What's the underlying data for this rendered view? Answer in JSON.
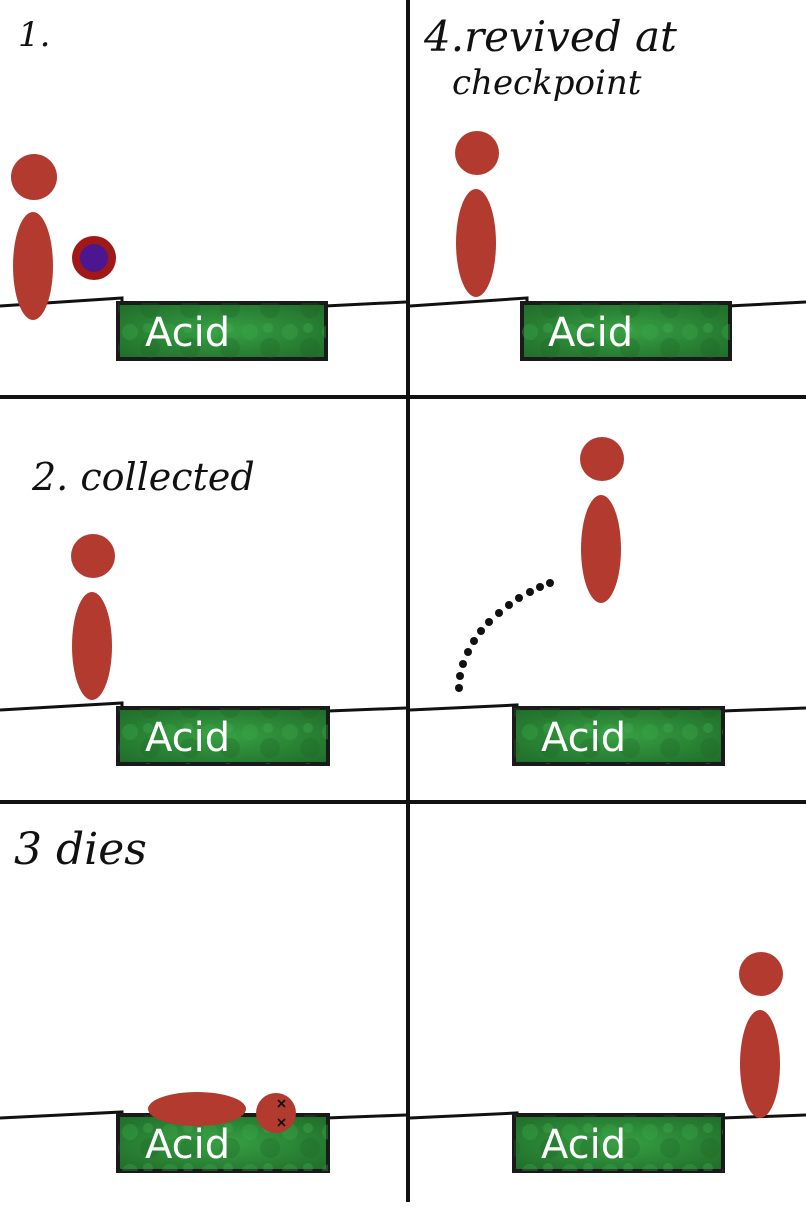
{
  "comic": {
    "panels": [
      {
        "id": "p1",
        "caption": "1.",
        "acid_label": "Acid"
      },
      {
        "id": "p4",
        "caption_line1": "4.revived at",
        "caption_line2": "checkpoint",
        "acid_label": "Acid"
      },
      {
        "id": "p2",
        "caption": "2. collected",
        "acid_label": "Acid"
      },
      {
        "id": "p5",
        "caption": "",
        "acid_label": "Acid"
      },
      {
        "id": "p3",
        "caption": "3 dies",
        "acid_label": "Acid",
        "dead_eyes": "x x"
      },
      {
        "id": "p6",
        "caption": "",
        "acid_label": "Acid"
      }
    ],
    "colors": {
      "character": "#b33a2f",
      "acid": "#2e8a38",
      "acid_dark": "#1f6b29",
      "acid_border": "#1a1a1a",
      "collectible_ring": "#a01818",
      "collectible_core": "#4b1690",
      "ink": "#111111"
    }
  }
}
